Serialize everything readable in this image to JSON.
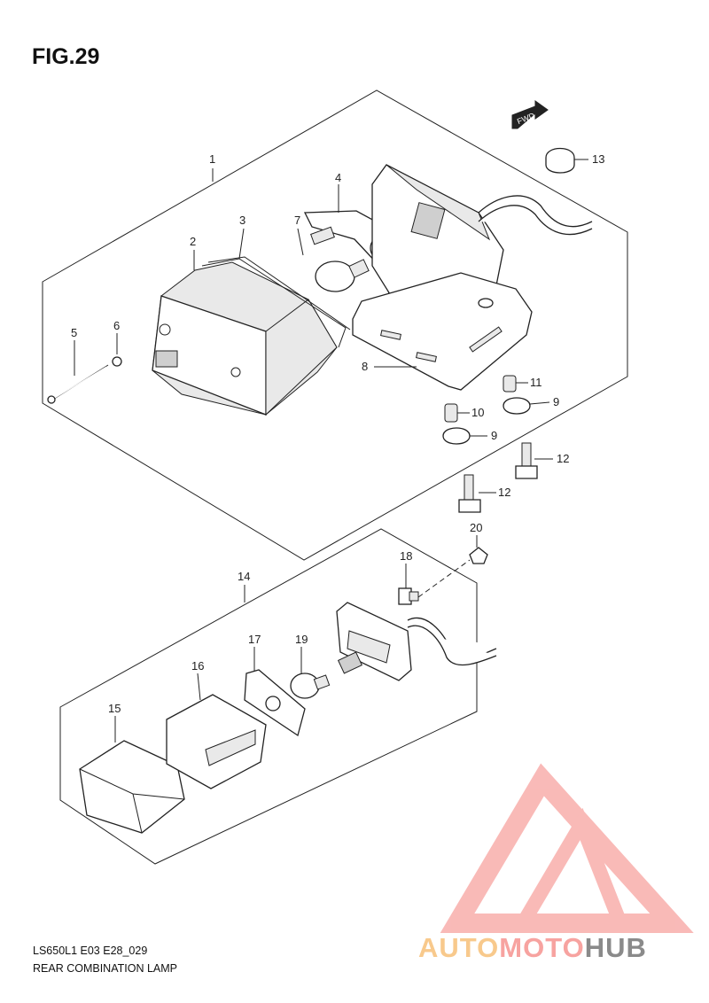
{
  "figure": {
    "title": "FIG.29"
  },
  "fwd_label": "FWD",
  "callouts": [
    "1",
    "2",
    "3",
    "4",
    "5",
    "6",
    "7",
    "8",
    "9",
    "9",
    "10",
    "11",
    "12",
    "12",
    "13",
    "14",
    "15",
    "16",
    "17",
    "18",
    "19",
    "20"
  ],
  "footer": {
    "code": "LS650L1 E03 E28_029",
    "name": "REAR COMBINATION LAMP"
  },
  "watermark": {
    "part1": "AUTO",
    "part2": "MOTO",
    "part3": "HUB"
  },
  "colors": {
    "line": "#222222",
    "logo_red": "#f7a3a0",
    "logo_orange": "#f8c98c",
    "logo_gray": "#8a8a8a"
  }
}
